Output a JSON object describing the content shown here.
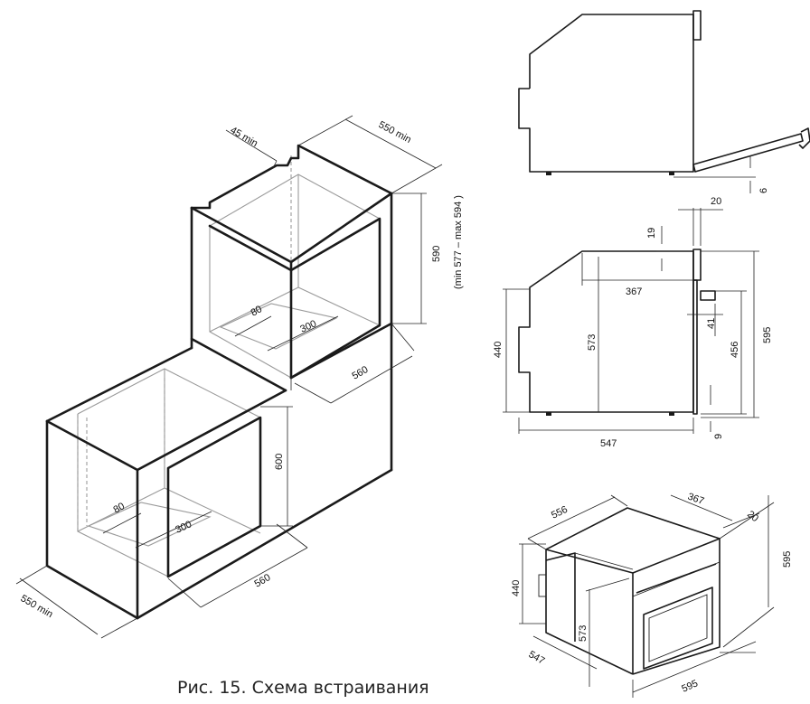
{
  "caption": "Рис. 15. Схема встраивания",
  "dimensions": {
    "upper_depth": "550 min",
    "upper_gap": "45 min",
    "upper_height": "590",
    "upper_range": "(min 577 – max 594 )",
    "upper_vent_depth": "80",
    "upper_vent_width": "300",
    "upper_width": "560",
    "lower_height": "600",
    "lower_vent_depth": "80",
    "lower_vent_width": "300",
    "lower_width": "560",
    "lower_depth": "550 min",
    "side_door_drop": "6",
    "side_front_thickness": "20",
    "side_top_gap": "19",
    "side_depth_upper": "367",
    "side_height_573": "573",
    "side_height_440": "440",
    "side_control": "41",
    "side_height_456": "456",
    "side_height_595": "595",
    "side_bottom_gap": "9",
    "side_depth_547": "547",
    "iso_depth_556": "556",
    "iso_depth_367": "367",
    "iso_front_20": "20",
    "iso_height_595": "595",
    "iso_height_440": "440",
    "iso_height_573": "573",
    "iso_depth_547": "547",
    "iso_width_595": "595"
  }
}
